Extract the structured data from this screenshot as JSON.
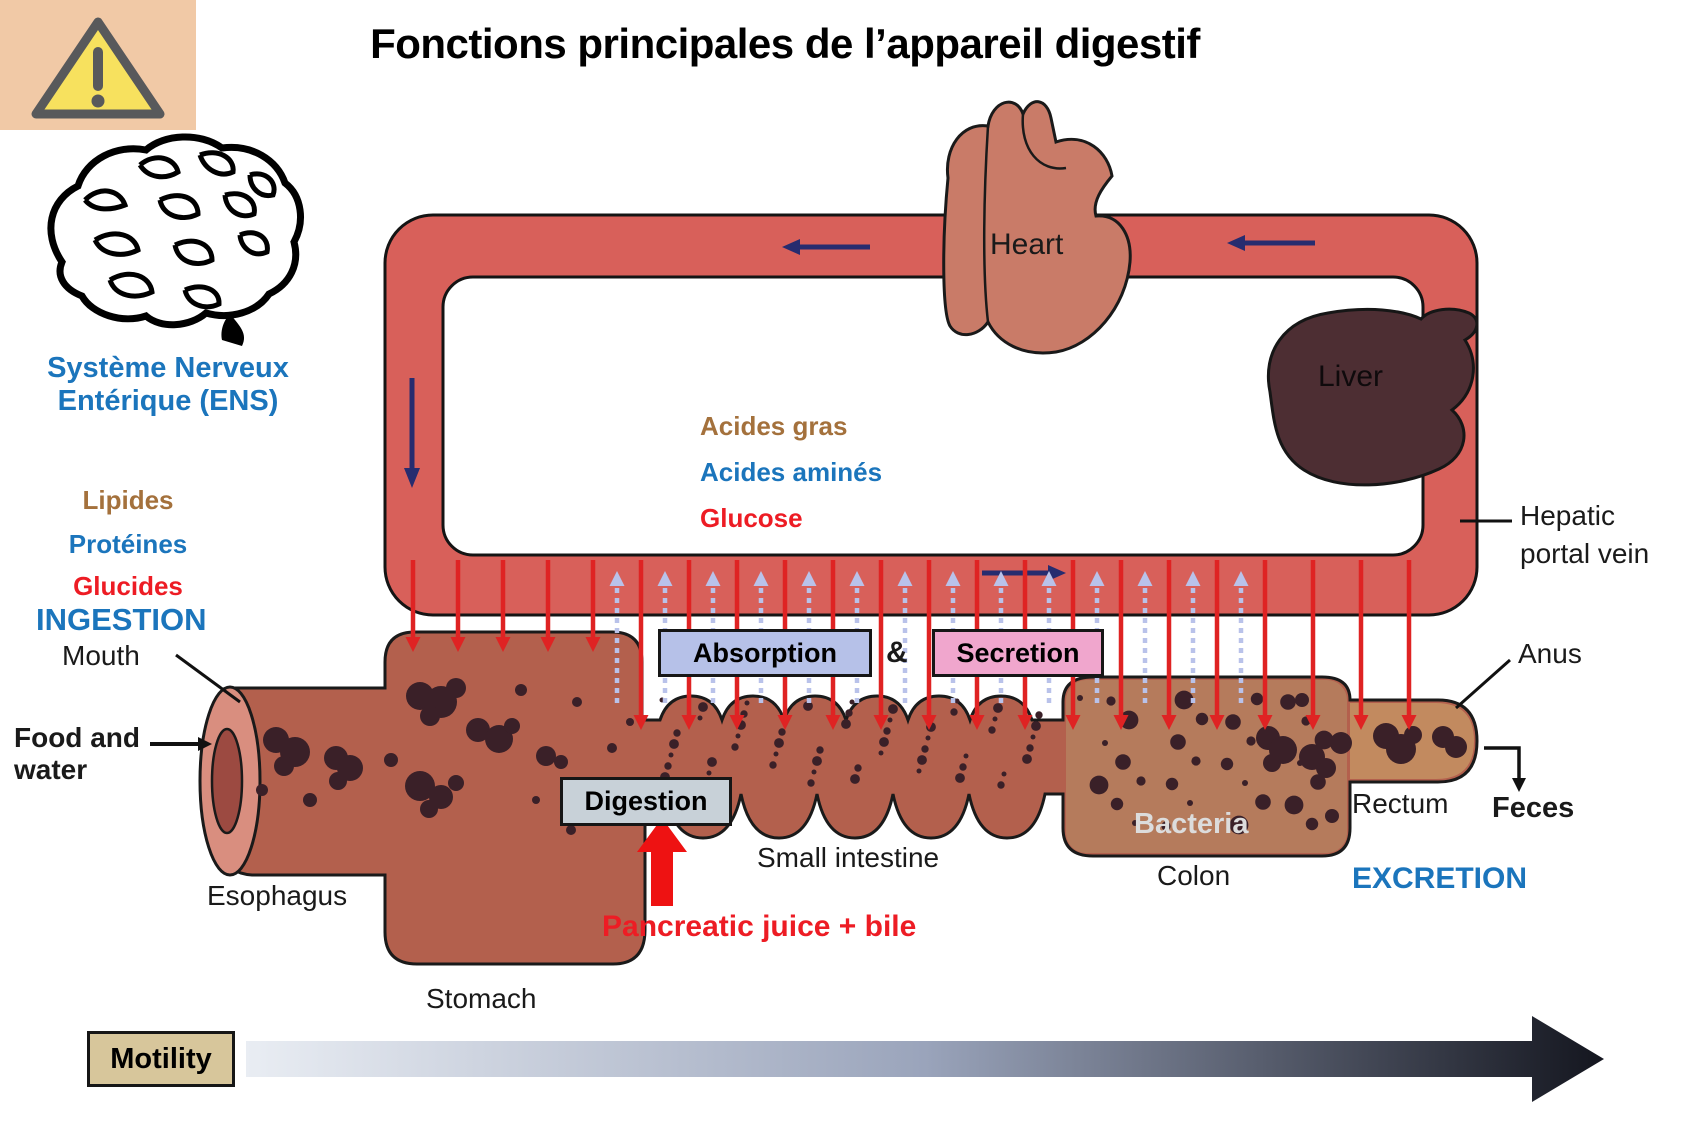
{
  "title": "Fonctions principales de l’appareil digestif",
  "ens": {
    "label": "Système Nerveux Entérique (ENS)"
  },
  "nutrients": {
    "lipides": "Lipides",
    "proteines": "Protéines",
    "glucides": "Glucides"
  },
  "ingestion": "INGESTION",
  "absorbed": {
    "acides_gras": "Acides gras",
    "acides_amines": "Acides aminés",
    "glucose": "Glucose"
  },
  "organs": {
    "heart": "Heart",
    "liver": "Liver",
    "hepatic_line1": "Hepatic",
    "hepatic_line2": "portal vein",
    "mouth": "Mouth",
    "esophagus": "Esophagus",
    "stomach": "Stomach",
    "small_intestine": "Small intestine",
    "colon": "Colon",
    "rectum": "Rectum",
    "anus": "Anus"
  },
  "flow": {
    "food_and_water": "Food and water",
    "feces": "Feces",
    "bacteria": "Bacteria",
    "excretion": "EXCRETION",
    "pancreatic_juice": "Pancreatic juice + bile"
  },
  "process_boxes": {
    "absorption": "Absorption",
    "ampersand": "&",
    "secretion": "Secretion",
    "digestion": "Digestion",
    "motility": "Motility"
  },
  "colors": {
    "blue_text": "#1b75bc",
    "red_text": "#ed1c24",
    "brown_text": "#a4713c",
    "vessel_red": "#d8605a",
    "gut_brown": "#b3604d",
    "colon_brown": "#b57b5c",
    "rectum_tan": "#c28a5f",
    "navy_arrow": "#272c6f",
    "secretion_arrow_red": "#df2323",
    "absorption_arrow_blue": "#b9c2ea",
    "absorption_box": "#b6c1e8",
    "secretion_box": "#f0a6cd",
    "digestion_box": "#c8d1d8",
    "motility_box": "#d7c69b",
    "warning_bg": "#f1c9a6"
  }
}
